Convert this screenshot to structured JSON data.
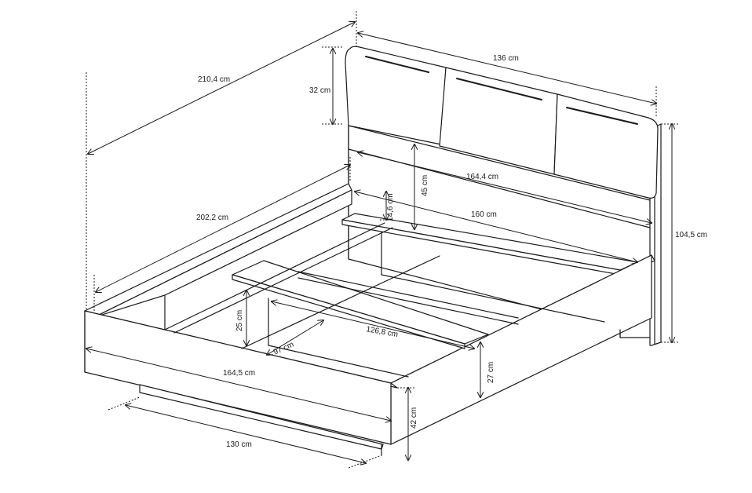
{
  "dimensions": {
    "overall_length": "210,4 cm",
    "headboard_width": "136 cm",
    "cushion_height": "32 cm",
    "headboard_panel_height": "45 cm",
    "headboard_total_width": "164,4 cm",
    "shelf_height": "14,6 cm",
    "frame_inner_length": "202,2 cm",
    "frame_inner_width": "160 cm",
    "headboard_total_height": "104,5 cm",
    "inner_depth": "25 cm",
    "slat_width": "126,8 cm",
    "slat_length": "97 cm",
    "frame_width": "164,5 cm",
    "side_height": "27 cm",
    "bed_height": "42 cm",
    "base_width": "130 cm"
  },
  "colors": {
    "ink": "#1a1a1a",
    "background": "#ffffff"
  }
}
